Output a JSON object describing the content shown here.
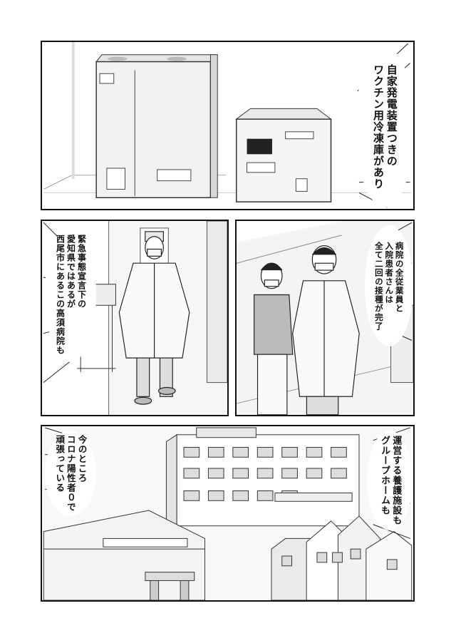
{
  "panels": [
    {
      "id": "panel-1",
      "caption": [
        "自家発電装置つきの",
        "ワクチン用冷凍庫があり"
      ]
    },
    {
      "id": "panel-2",
      "caption": [
        "緊急事態宣言下の",
        "愛知県ではあるが",
        "西尾市にあるこの高須病院も"
      ]
    },
    {
      "id": "panel-3",
      "caption": [
        "病院の全従業員と",
        "入院患者さんは",
        "全て二回の接種が完了"
      ]
    },
    {
      "id": "panel-4",
      "caption_right": [
        "運営する養護施設も",
        "グループホームも"
      ],
      "caption_left": [
        "今のところ",
        "コロナ陽性者０で",
        "頑張っている"
      ]
    }
  ]
}
